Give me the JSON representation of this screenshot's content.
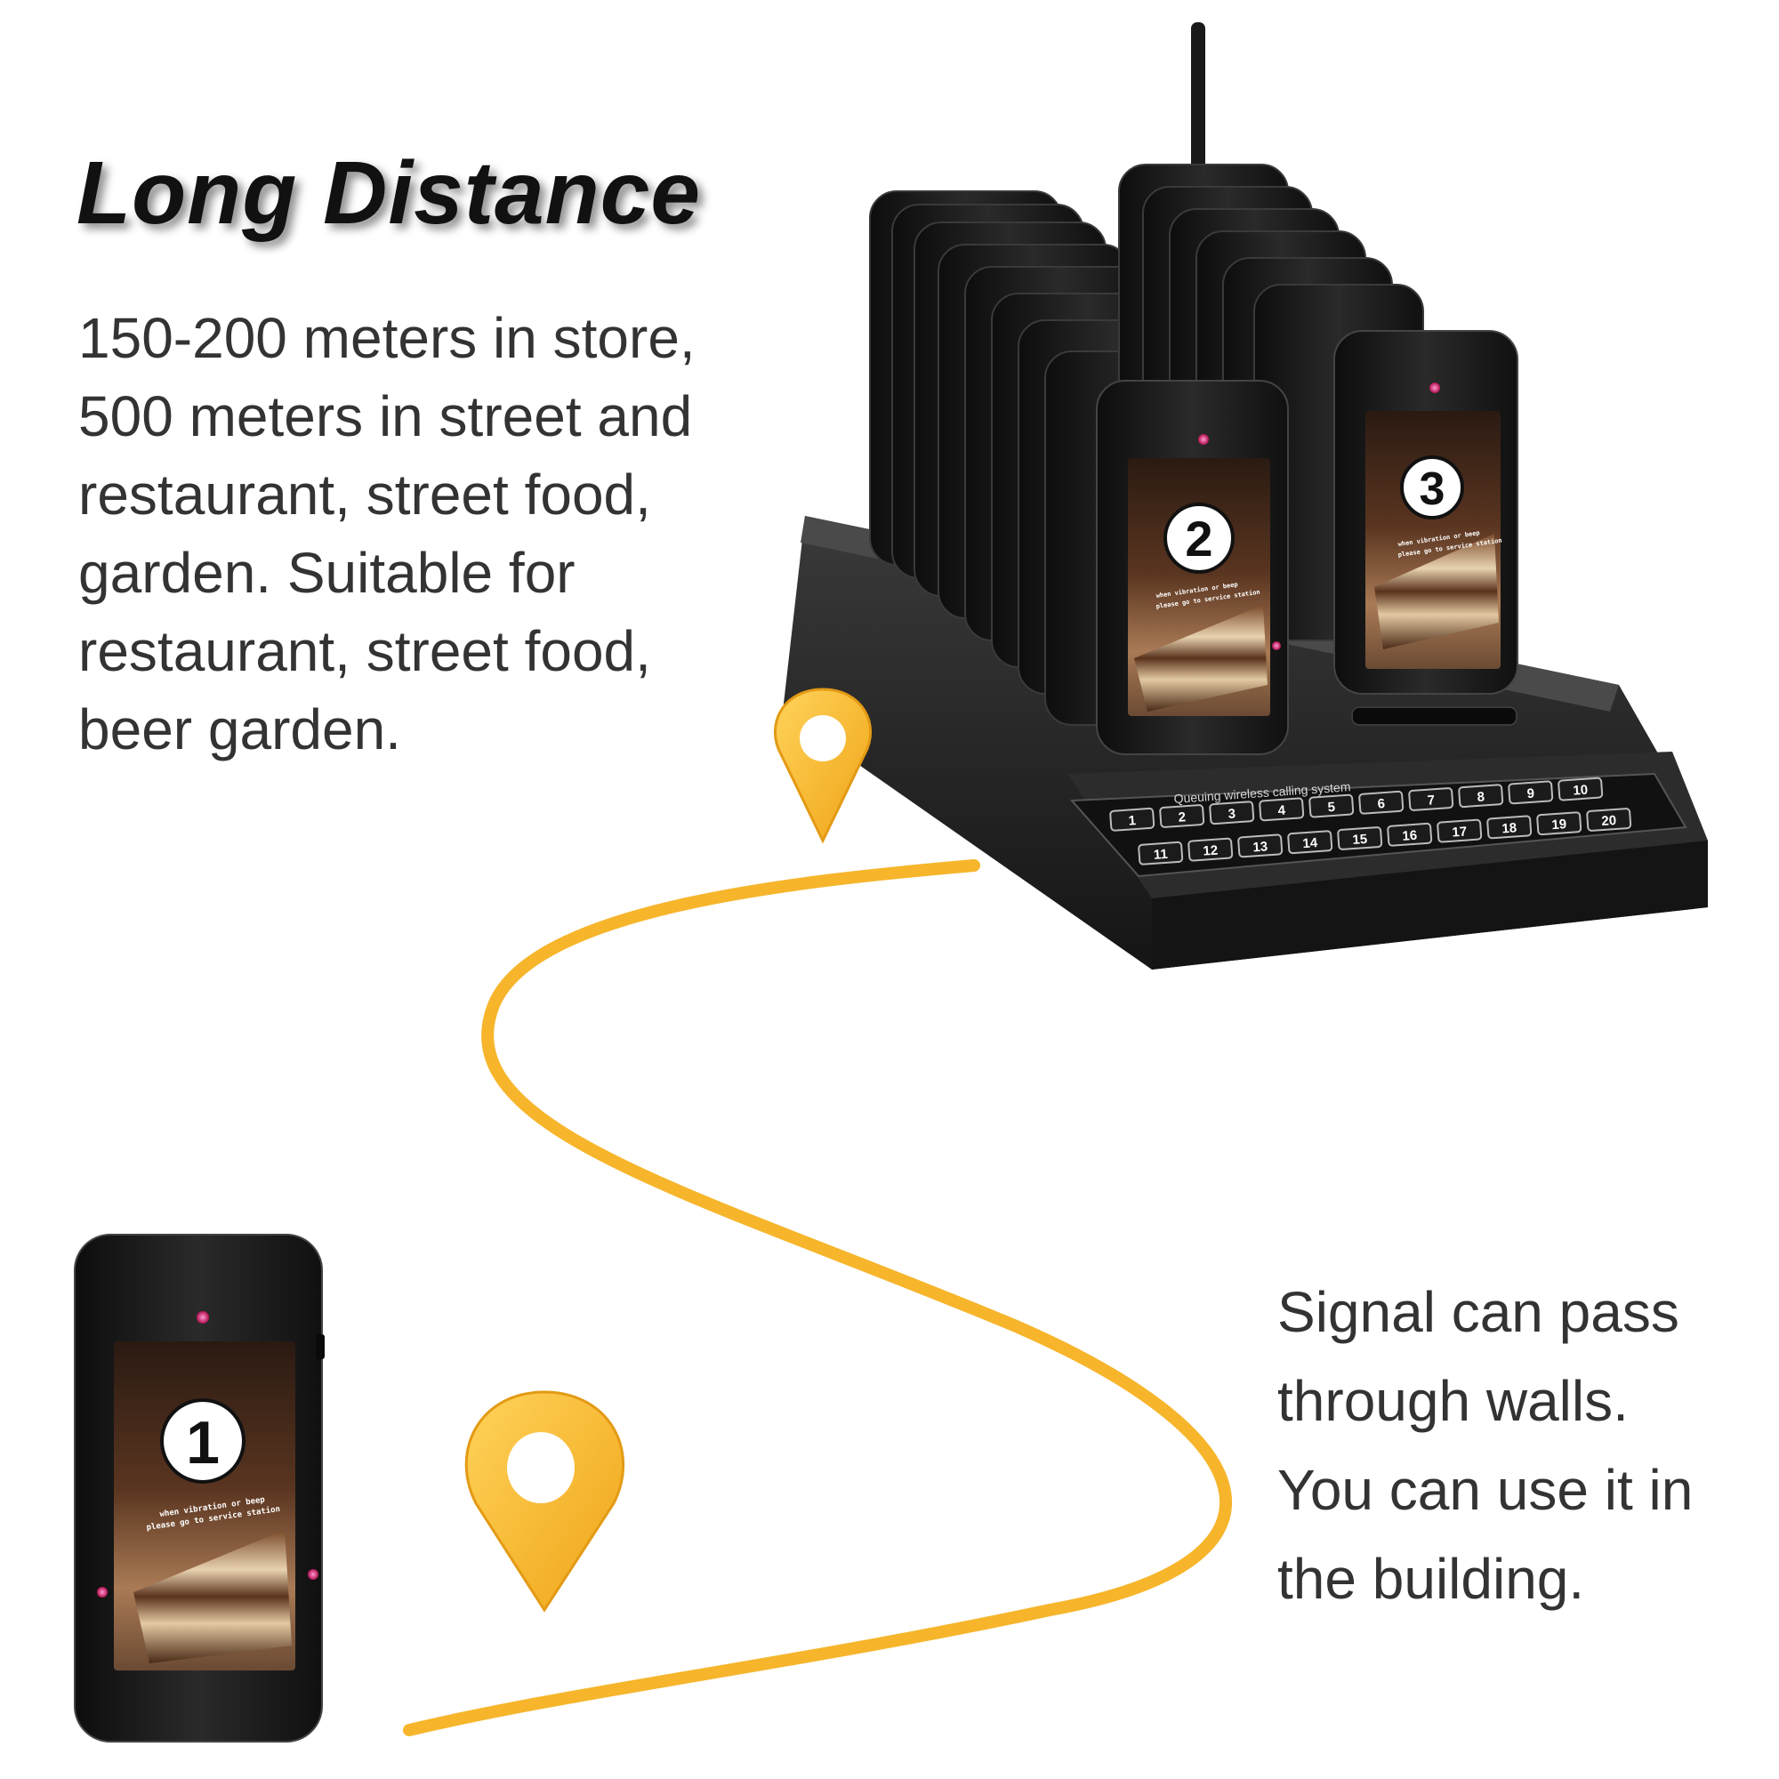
{
  "headline": "Long Distance",
  "range_description": {
    "lines": [
      "150-200 meters in store,",
      "500 meters in street and",
      "restaurant, street food,",
      "garden. Suitable for",
      "restaurant, street food,",
      "beer garden."
    ]
  },
  "signal_description": {
    "lines": [
      "Signal can pass",
      "through walls.",
      "You can use it in",
      "the building."
    ]
  },
  "pagers": [
    {
      "number": "1",
      "caption_line1": "when vibration or beep",
      "caption_line2": "please go to service station"
    },
    {
      "number": "2",
      "caption_line1": "when vibration or beep",
      "caption_line2": "please go to service station"
    },
    {
      "number": "3",
      "caption_line1": "when vibration or beep",
      "caption_line2": "please go to service station"
    }
  ],
  "base_station": {
    "panel_title": "Queuing wireless calling system",
    "buttons_row1": [
      "1",
      "2",
      "3",
      "4",
      "5",
      "6",
      "7",
      "8",
      "9",
      "10"
    ],
    "buttons_row2": [
      "11",
      "12",
      "13",
      "14",
      "15",
      "16",
      "17",
      "18",
      "19",
      "20"
    ]
  },
  "colors": {
    "signal_path": "#f6b52b",
    "map_pin": "#f7b82c",
    "device_body": "#1c1c1c",
    "indicator_led": "#e0307a"
  },
  "icons": [
    "map-pin-icon",
    "map-pin-icon"
  ]
}
